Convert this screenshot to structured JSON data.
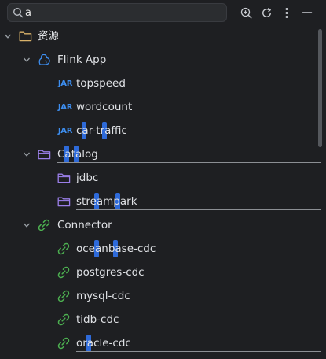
{
  "search": {
    "value": "a",
    "placeholder": ""
  },
  "toolbar": {
    "icons": [
      "zoom-in-icon",
      "refresh-icon",
      "more-vertical-icon",
      "collapse-icon"
    ]
  },
  "tree": {
    "root": {
      "label": "资源",
      "icon": "folder-icon"
    },
    "flink": {
      "label": "Flink App",
      "icon": "squirrel-icon",
      "items": [
        {
          "badge": "JAR",
          "label": "topspeed"
        },
        {
          "badge": "JAR",
          "label": "wordcount"
        },
        {
          "badge": "JAR",
          "label": "car-traffic"
        }
      ]
    },
    "catalog": {
      "label": "Catalog",
      "icon": "catalog-folder-icon",
      "items": [
        {
          "label": "jdbc"
        },
        {
          "label": "streampark"
        }
      ]
    },
    "connector": {
      "label": "Connector",
      "icon": "link-icon",
      "items": [
        {
          "label": "oceanbase-cdc"
        },
        {
          "label": "postgres-cdc"
        },
        {
          "label": "mysql-cdc"
        },
        {
          "label": "tidb-cdc"
        },
        {
          "label": "oracle-cdc"
        }
      ]
    }
  },
  "colors": {
    "background": "#1e1f22",
    "highlight": "#2f6fe4",
    "jar": "#3d8ef0",
    "folder": "#d9b26a",
    "catalog": "#9a7ee8",
    "link": "#4caf50"
  }
}
